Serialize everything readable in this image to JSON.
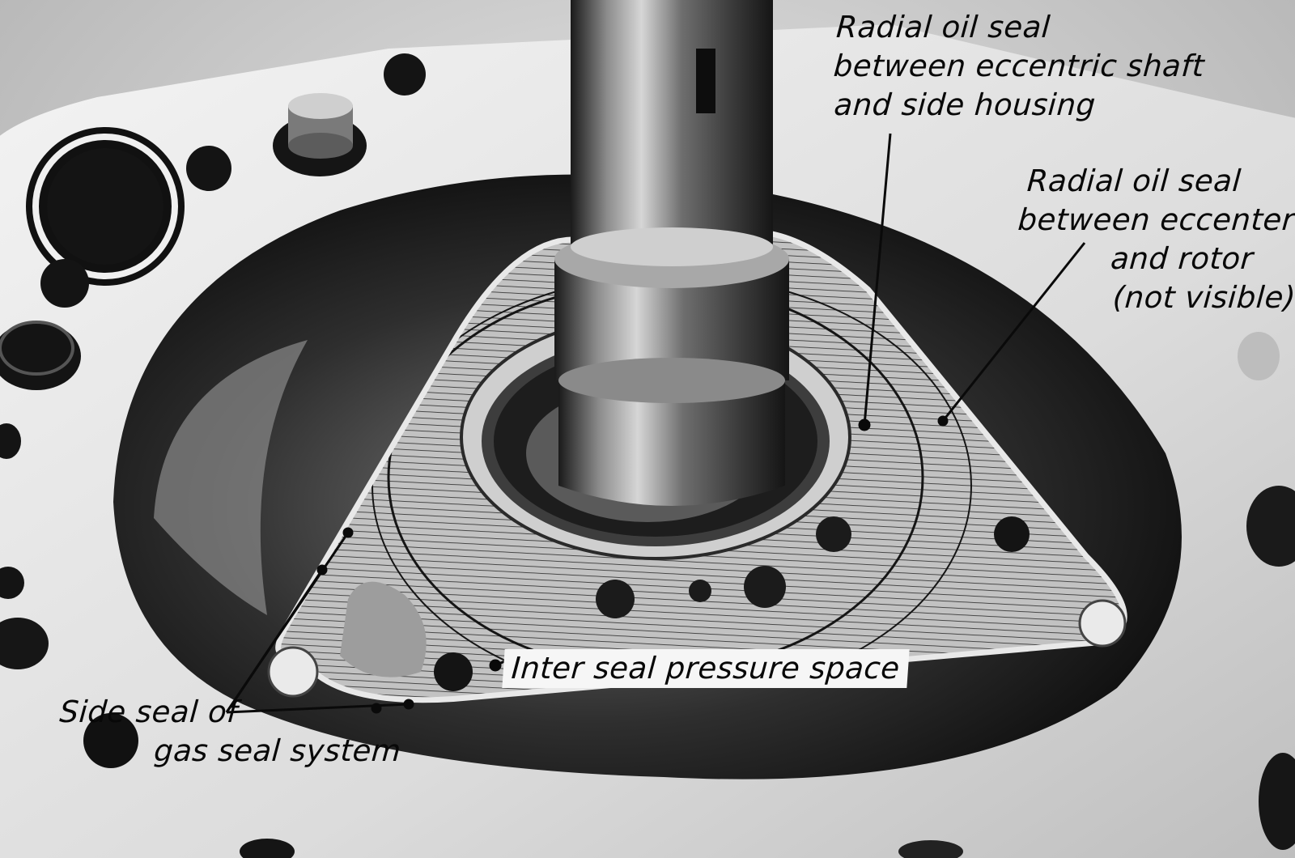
{
  "image": {
    "subject": "rotary-engine-housing-with-rotor-and-eccentric-shaft",
    "palette": {
      "metal_light": "#e6e6e6",
      "metal_mid": "#9a9a9a",
      "metal_dark": "#202020",
      "background": "#d4d4d4"
    }
  },
  "annotations": {
    "shaft_seal": {
      "lines": [
        "Radial oil seal",
        "between eccentric shaft",
        "and side housing"
      ]
    },
    "rotor_seal": {
      "lines": [
        "Radial oil seal",
        "between eccenter",
        "and rotor",
        "(not visible)"
      ]
    },
    "pressure_space": {
      "text": "Inter seal pressure space"
    },
    "side_seal": {
      "lines": [
        "Side seal of",
        "gas seal system"
      ]
    }
  }
}
